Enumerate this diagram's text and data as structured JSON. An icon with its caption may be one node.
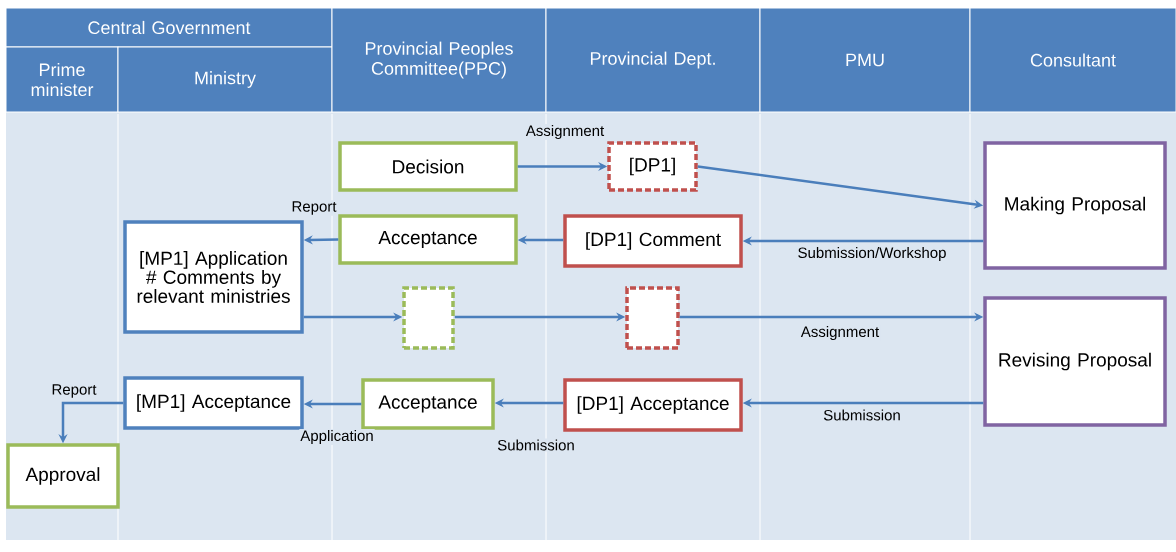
{
  "diagram": {
    "nodes": [
      {
        "text": [
          "Central Government"
        ]
      },
      {
        "text": [
          "Prime minister"
        ]
      },
      {
        "text": [
          "Ministry"
        ]
      },
      {
        "text": [
          "Provincial Peoples Committee(PPC)"
        ]
      },
      {
        "text": [
          "Provincial Dept."
        ]
      },
      {
        "text": [
          "PMU"
        ]
      },
      {
        "text": [
          "Consultant"
        ]
      },
      {
        "text": [
          "Decision"
        ]
      },
      {
        "text": [
          "[DP1]"
        ]
      },
      {
        "text": [
          "Making Proposal"
        ]
      },
      {
        "text": [
          "[MP1] Application # Comments by relevant ministries"
        ]
      },
      {
        "text": [
          "Acceptance"
        ]
      },
      {
        "text": [
          "[DP1] Comment"
        ]
      },
      {
        "text": [],
        "shape": "box"
      },
      {
        "text": [],
        "shape": "box"
      },
      {
        "text": [
          "Revising Proposal"
        ]
      },
      {
        "text": [
          "Approval"
        ]
      },
      {
        "text": [
          "[MP1] Acceptance"
        ]
      },
      {
        "text": [
          "Acceptance"
        ]
      },
      {
        "text": [
          "[DP1] Acceptance"
        ]
      }
    ],
    "edges": [
      {
        "from": 7,
        "to": 8,
        "arrow": "to",
        "label": "Assignment"
      },
      {
        "from": 8,
        "to": 9,
        "arrow": "to"
      },
      {
        "from": 9,
        "to": 12,
        "arrow": "to",
        "label": "Submission/Workshop"
      },
      {
        "from": 12,
        "to": 11,
        "arrow": "to"
      },
      {
        "from": 11,
        "to": 10,
        "arrow": "to",
        "label": "Report"
      },
      {
        "from": 10,
        "to": 13,
        "arrow": "to"
      },
      {
        "from": 13,
        "to": 14,
        "arrow": "to"
      },
      {
        "from": 14,
        "to": 15,
        "arrow": "to",
        "label": "Assignment"
      },
      {
        "from": 15,
        "to": 19,
        "arrow": "to",
        "label": "Submission"
      },
      {
        "from": 19,
        "to": 18,
        "arrow": "to",
        "label": "Submission"
      },
      {
        "from": 18,
        "to": 17,
        "arrow": "to",
        "label": "Application"
      },
      {
        "from": 17,
        "to": 16,
        "arrow": "to",
        "label": "Report"
      }
    ]
  }
}
